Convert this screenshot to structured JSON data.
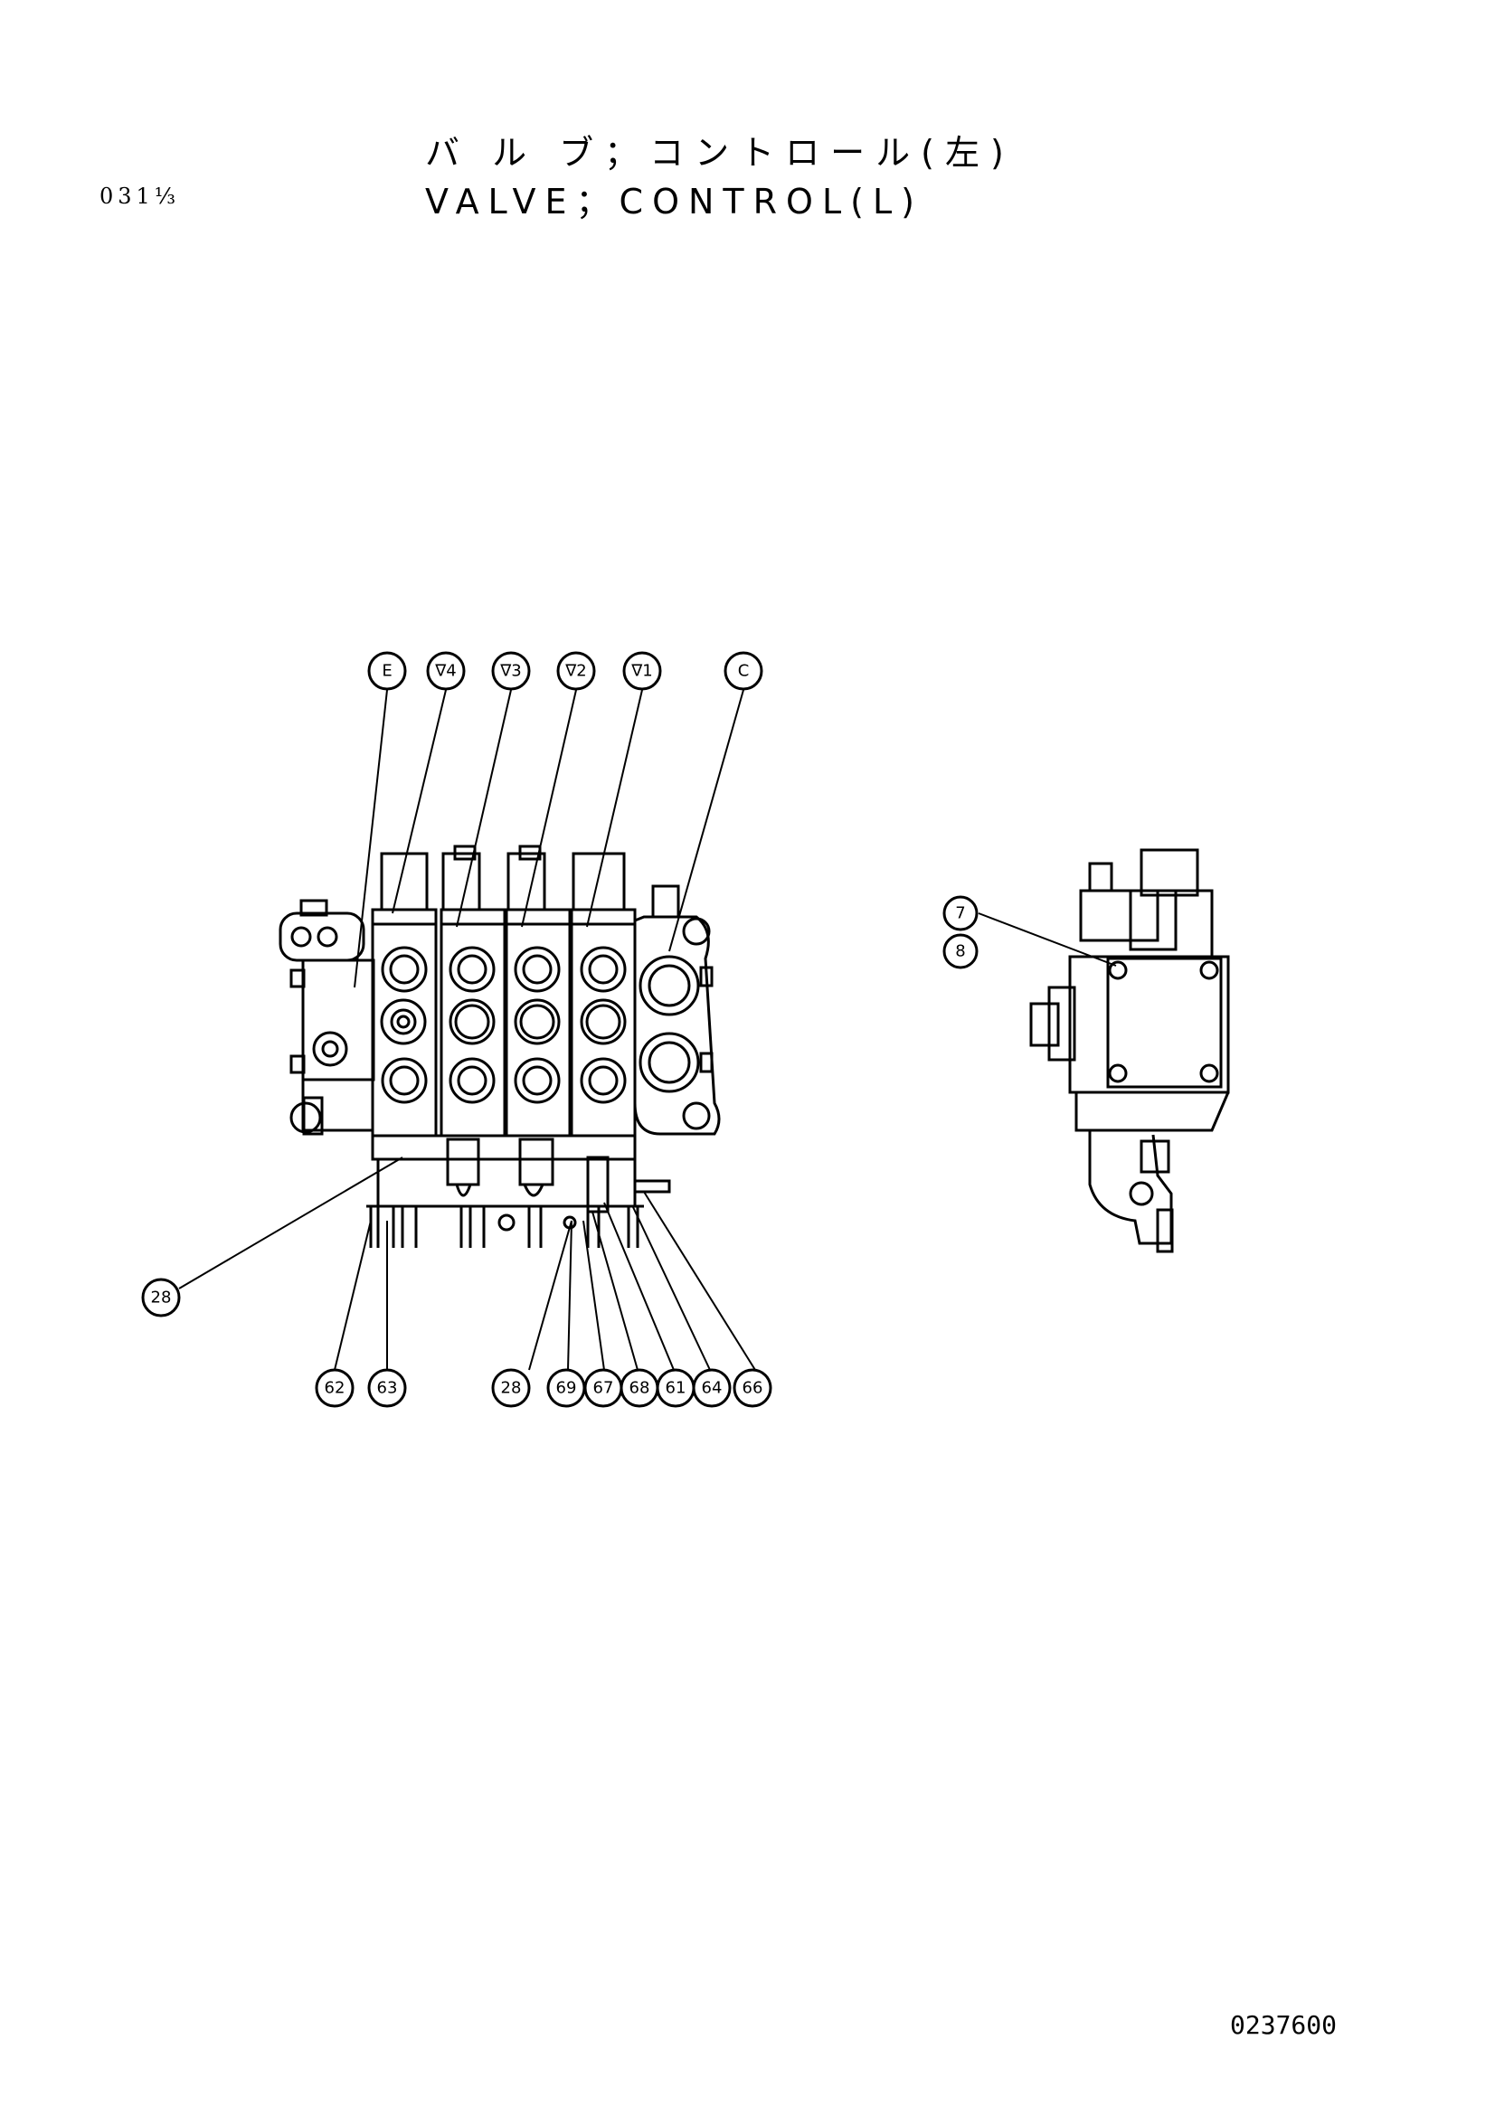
{
  "header": {
    "title_jp": "バ ル ブ；コントロール(左)",
    "title_en": "VALVE；CONTROL(L)",
    "sheet_no": "031⅓"
  },
  "footer": {
    "drawing_no": "0237600"
  },
  "callouts_top": [
    {
      "id": "E",
      "label": "E"
    },
    {
      "id": "v4",
      "label": "∇4"
    },
    {
      "id": "v3",
      "label": "∇3"
    },
    {
      "id": "v2",
      "label": "∇2"
    },
    {
      "id": "v1",
      "label": "∇1"
    },
    {
      "id": "C",
      "label": "C"
    }
  ],
  "callouts_side": [
    {
      "id": "7",
      "label": "7"
    },
    {
      "id": "8",
      "label": "8"
    }
  ],
  "callouts_left": [
    {
      "id": "28a",
      "label": "28"
    }
  ],
  "callouts_bottom": [
    {
      "id": "62",
      "label": "62"
    },
    {
      "id": "63",
      "label": "63"
    },
    {
      "id": "28b",
      "label": "28"
    },
    {
      "id": "69",
      "label": "69"
    },
    {
      "id": "67",
      "label": "67"
    },
    {
      "id": "68",
      "label": "68"
    },
    {
      "id": "61",
      "label": "61"
    },
    {
      "id": "64",
      "label": "64"
    },
    {
      "id": "66",
      "label": "66"
    }
  ]
}
